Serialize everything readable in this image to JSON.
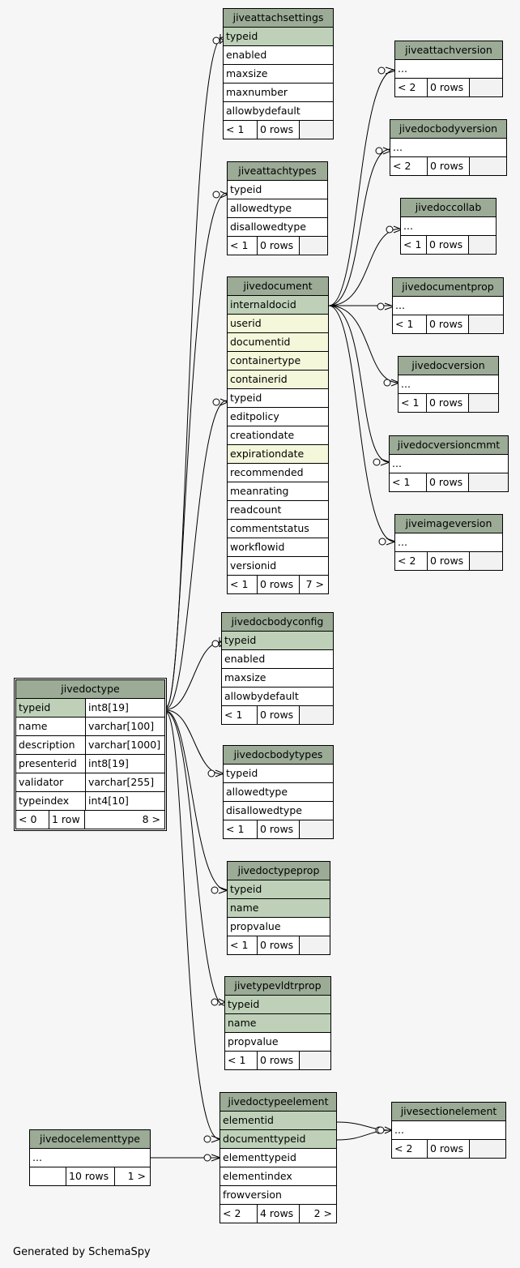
{
  "tables": {
    "jiveattachsettings": {
      "title": "jiveattachsettings",
      "rows": [
        {
          "name": "typeid",
          "kind": "pk"
        },
        {
          "name": "enabled"
        },
        {
          "name": "maxsize"
        },
        {
          "name": "maxnumber"
        },
        {
          "name": "allowbydefault"
        }
      ],
      "footer": [
        "< 1",
        "0 rows",
        ""
      ]
    },
    "jiveattachtypes": {
      "title": "jiveattachtypes",
      "rows": [
        {
          "name": "typeid"
        },
        {
          "name": "allowedtype"
        },
        {
          "name": "disallowedtype"
        }
      ],
      "footer": [
        "< 1",
        "0 rows",
        ""
      ]
    },
    "jivedocument": {
      "title": "jivedocument",
      "rows": [
        {
          "name": "internaldocid",
          "kind": "pk"
        },
        {
          "name": "userid",
          "kind": "fk"
        },
        {
          "name": "documentid",
          "kind": "fk"
        },
        {
          "name": "containertype",
          "kind": "fk"
        },
        {
          "name": "containerid",
          "kind": "fk"
        },
        {
          "name": "typeid"
        },
        {
          "name": "editpolicy"
        },
        {
          "name": "creationdate"
        },
        {
          "name": "expirationdate",
          "kind": "fk"
        },
        {
          "name": "recommended"
        },
        {
          "name": "meanrating"
        },
        {
          "name": "readcount"
        },
        {
          "name": "commentstatus"
        },
        {
          "name": "workflowid"
        },
        {
          "name": "versionid"
        }
      ],
      "footer": [
        "< 1",
        "0 rows",
        "7 >"
      ]
    },
    "jivedocbodyconfig": {
      "title": "jivedocbodyconfig",
      "rows": [
        {
          "name": "typeid",
          "kind": "pk"
        },
        {
          "name": "enabled"
        },
        {
          "name": "maxsize"
        },
        {
          "name": "allowbydefault"
        }
      ],
      "footer": [
        "< 1",
        "0 rows",
        ""
      ]
    },
    "jivedoctype": {
      "title": "jivedoctype",
      "rows": [
        {
          "name": "typeid",
          "type": "int8[19]",
          "kind": "pk"
        },
        {
          "name": "name",
          "type": "varchar[100]"
        },
        {
          "name": "description",
          "type": "varchar[1000]"
        },
        {
          "name": "presenterid",
          "type": "int8[19]"
        },
        {
          "name": "validator",
          "type": "varchar[255]"
        },
        {
          "name": "typeindex",
          "type": "int4[10]"
        }
      ],
      "footer": [
        "< 0",
        "1 row",
        "8 >"
      ]
    },
    "jivedocbodytypes": {
      "title": "jivedocbodytypes",
      "rows": [
        {
          "name": "typeid"
        },
        {
          "name": "allowedtype"
        },
        {
          "name": "disallowedtype"
        }
      ],
      "footer": [
        "< 1",
        "0 rows",
        ""
      ]
    },
    "jivedoctypeprop": {
      "title": "jivedoctypeprop",
      "rows": [
        {
          "name": "typeid",
          "kind": "pk"
        },
        {
          "name": "name",
          "kind": "pk"
        },
        {
          "name": "propvalue"
        }
      ],
      "footer": [
        "< 1",
        "0 rows",
        ""
      ]
    },
    "jivetypevldtrprop": {
      "title": "jivetypevldtrprop",
      "rows": [
        {
          "name": "typeid",
          "kind": "pk"
        },
        {
          "name": "name",
          "kind": "pk"
        },
        {
          "name": "propvalue"
        }
      ],
      "footer": [
        "< 1",
        "0 rows",
        ""
      ]
    },
    "jivedoctypeelement": {
      "title": "jivedoctypeelement",
      "rows": [
        {
          "name": "elementid",
          "kind": "pk"
        },
        {
          "name": "documenttypeid",
          "kind": "pk"
        },
        {
          "name": "elementtypeid"
        },
        {
          "name": "elementindex"
        },
        {
          "name": "frowversion"
        }
      ],
      "footer": [
        "< 2",
        "4 rows",
        "2 >"
      ]
    },
    "jivedocelementtype": {
      "title": "jivedocelementtype",
      "rows": [
        {
          "name": "..."
        }
      ],
      "footer": [
        "",
        "10 rows",
        "1 >"
      ]
    },
    "jiveattachversion": {
      "title": "jiveattachversion",
      "rows": [
        {
          "name": "..."
        }
      ],
      "footer": [
        "< 2",
        "0 rows",
        ""
      ]
    },
    "jivedocbodyversion": {
      "title": "jivedocbodyversion",
      "rows": [
        {
          "name": "..."
        }
      ],
      "footer": [
        "< 2",
        "0 rows",
        ""
      ]
    },
    "jivedoccollab": {
      "title": "jivedoccollab",
      "rows": [
        {
          "name": "..."
        }
      ],
      "footer": [
        "< 1",
        "0 rows",
        ""
      ]
    },
    "jivedocumentprop": {
      "title": "jivedocumentprop",
      "rows": [
        {
          "name": "..."
        }
      ],
      "footer": [
        "< 1",
        "0 rows",
        ""
      ]
    },
    "jivedocversion": {
      "title": "jivedocversion",
      "rows": [
        {
          "name": "..."
        }
      ],
      "footer": [
        "< 1",
        "0 rows",
        ""
      ]
    },
    "jivedocversioncmmt": {
      "title": "jivedocversioncmmt",
      "rows": [
        {
          "name": "..."
        }
      ],
      "footer": [
        "< 1",
        "0 rows",
        ""
      ]
    },
    "jiveimageversion": {
      "title": "jiveimageversion",
      "rows": [
        {
          "name": "..."
        }
      ],
      "footer": [
        "< 2",
        "0 rows",
        ""
      ]
    },
    "jivesectionelement": {
      "title": "jivesectionelement",
      "rows": [
        {
          "name": "..."
        }
      ],
      "footer": [
        "< 2",
        "0 rows",
        ""
      ]
    }
  },
  "footer_text": "Generated by SchemaSpy"
}
